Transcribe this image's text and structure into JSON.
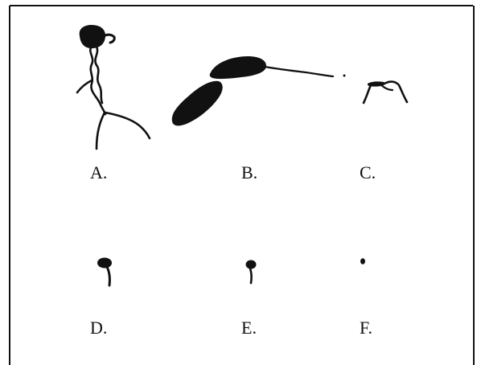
{
  "panels": [
    {
      "id": "A",
      "label": "A."
    },
    {
      "id": "B",
      "label": "B."
    },
    {
      "id": "C",
      "label": "C."
    },
    {
      "id": "D",
      "label": "D."
    },
    {
      "id": "E",
      "label": "E."
    },
    {
      "id": "F",
      "label": "F."
    }
  ]
}
